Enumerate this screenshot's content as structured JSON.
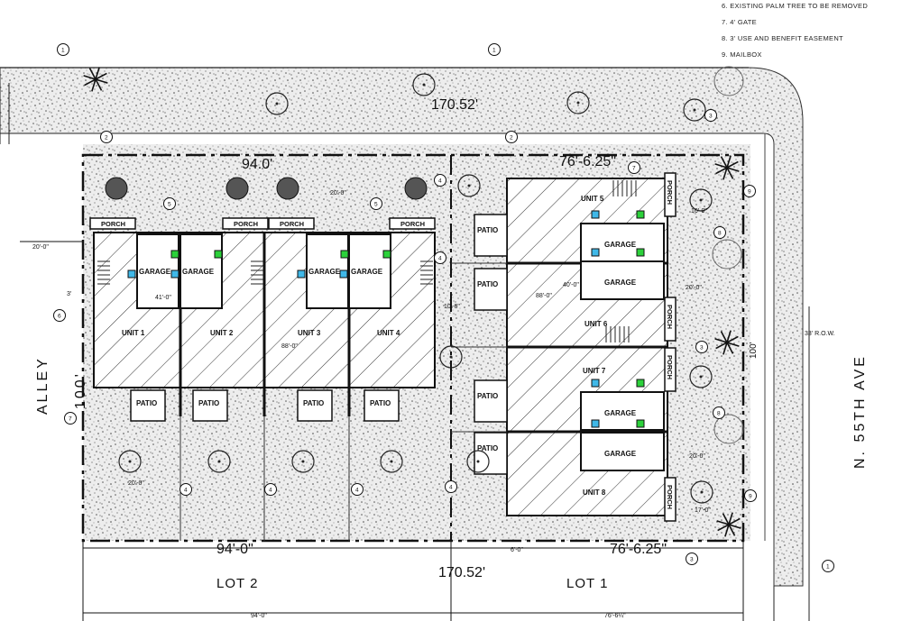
{
  "notes": [
    "6.  EXISTING PALM TREE TO BE REMOVED",
    "7.  4' GATE",
    "8.  3' USE AND BENEFIT EASEMENT",
    "9.  MAILBOX"
  ],
  "west_units": [
    "UNIT 1",
    "UNIT 2",
    "UNIT 3",
    "UNIT 4"
  ],
  "east_units": [
    "UNIT 5",
    "UNIT 6",
    "UNIT 7",
    "UNIT 8"
  ],
  "labels": {
    "garage": "GARAGE",
    "patio": "PATIO",
    "porch": "PORCH",
    "alley": "ALLEY",
    "street": "N. 55TH AVE",
    "lot1": "LOT 1",
    "lot2": "LOT 2",
    "row": "33' R.O.W."
  },
  "dimensions": {
    "top_total": "170.52'",
    "middle_total": "170.52'",
    "west_top": "94.0'",
    "west_bottom": "94'-0\"",
    "east_top": "76'-6.25\"",
    "east_bottom": "76'-6.25\"",
    "west_bottom_strip": "94'-0\"",
    "east_bottom_strip": "76'-6¼\"",
    "alley_depth": "100'",
    "east_depth": "100'",
    "west_bldg_depth": "41'-0\"",
    "west_bldg_width": "88'-0\"",
    "east_bldg_width": "88'-0\"",
    "east_bldg_depth": "40'-0\"",
    "setback_alley": "20'-0\"",
    "setback_top": "20'-0\"",
    "setback_east1": "20'-0\"",
    "setback_east2": "20'-0\"",
    "east_front_gap": "16'-0\"",
    "east_south_gap": "17'-0\"",
    "side_6": "6'-0\"",
    "side_3": "3'",
    "bldg_gap": "10'-6\"",
    "south_west": "20'-0\""
  },
  "callouts": {
    "c1": "1",
    "c2": "2",
    "c3": "3",
    "c4": "4",
    "c5": "5",
    "c6": "6",
    "c7": "7",
    "c8": "8",
    "c9": "9"
  }
}
